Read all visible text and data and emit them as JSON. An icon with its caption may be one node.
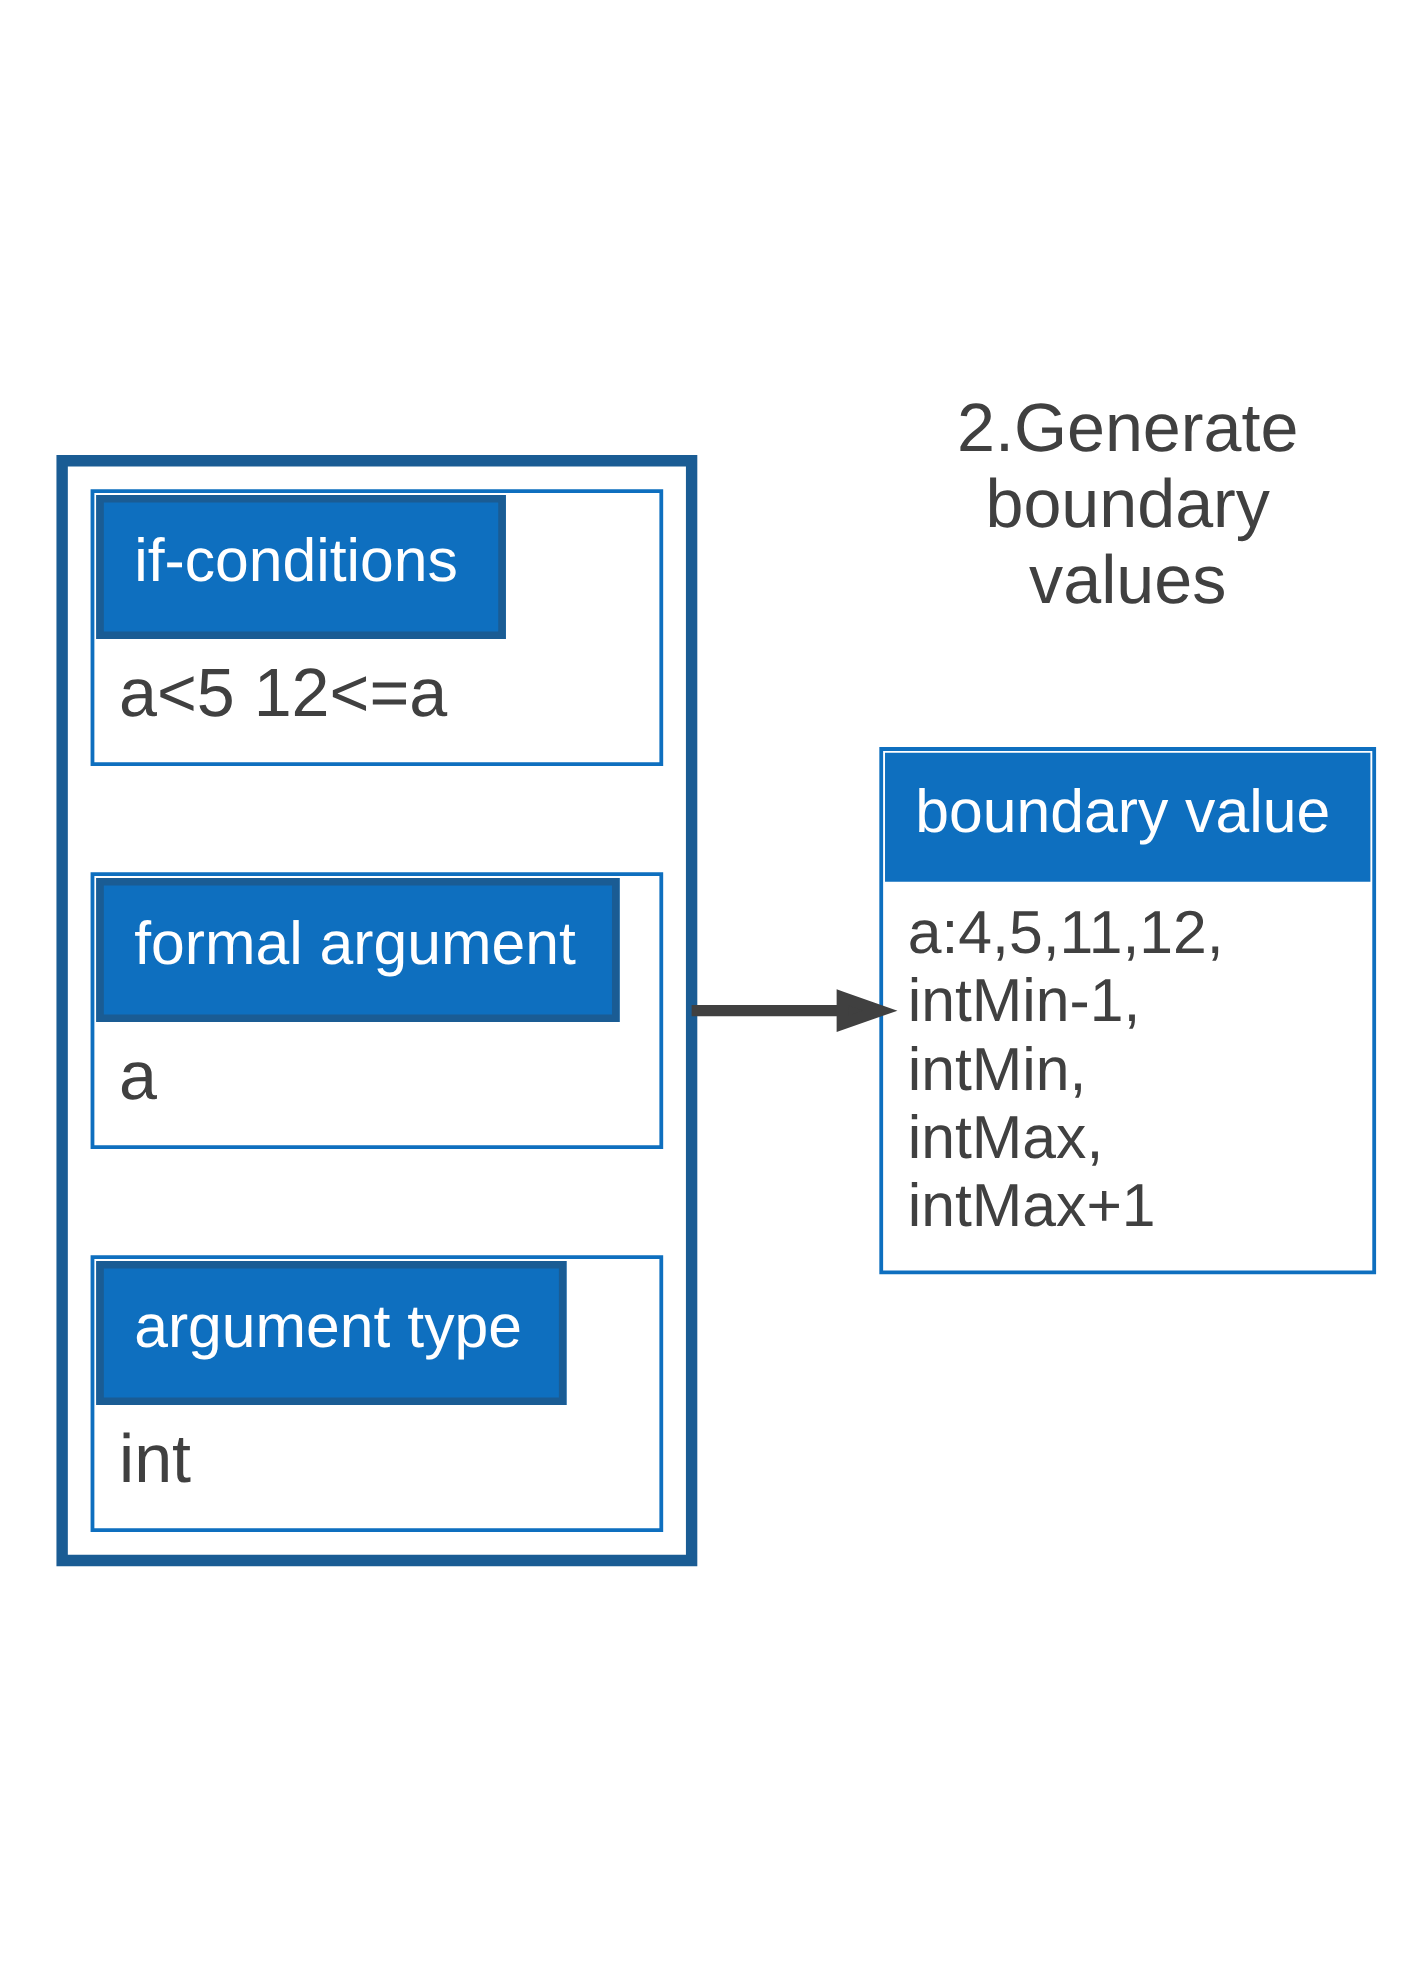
{
  "diagram": {
    "nodes": [
      {
        "text": [],
        "shape": "box"
      },
      {
        "text": [
          "if-conditions",
          "a<5 12<=a"
        ],
        "in": 0
      },
      {
        "text": [
          "formal argument",
          "a"
        ],
        "in": 0
      },
      {
        "text": [
          "argument type",
          "int"
        ],
        "in": 0
      },
      {
        "text": [
          "boundary value",
          "a:4,5,11,12, intMin-1, intMin, intMax, intMax+1"
        ]
      }
    ],
    "edges": [
      {
        "from": 0,
        "to": 4,
        "arrow": "to"
      }
    ],
    "labels": [
      "2.Generate boundary values"
    ]
  }
}
